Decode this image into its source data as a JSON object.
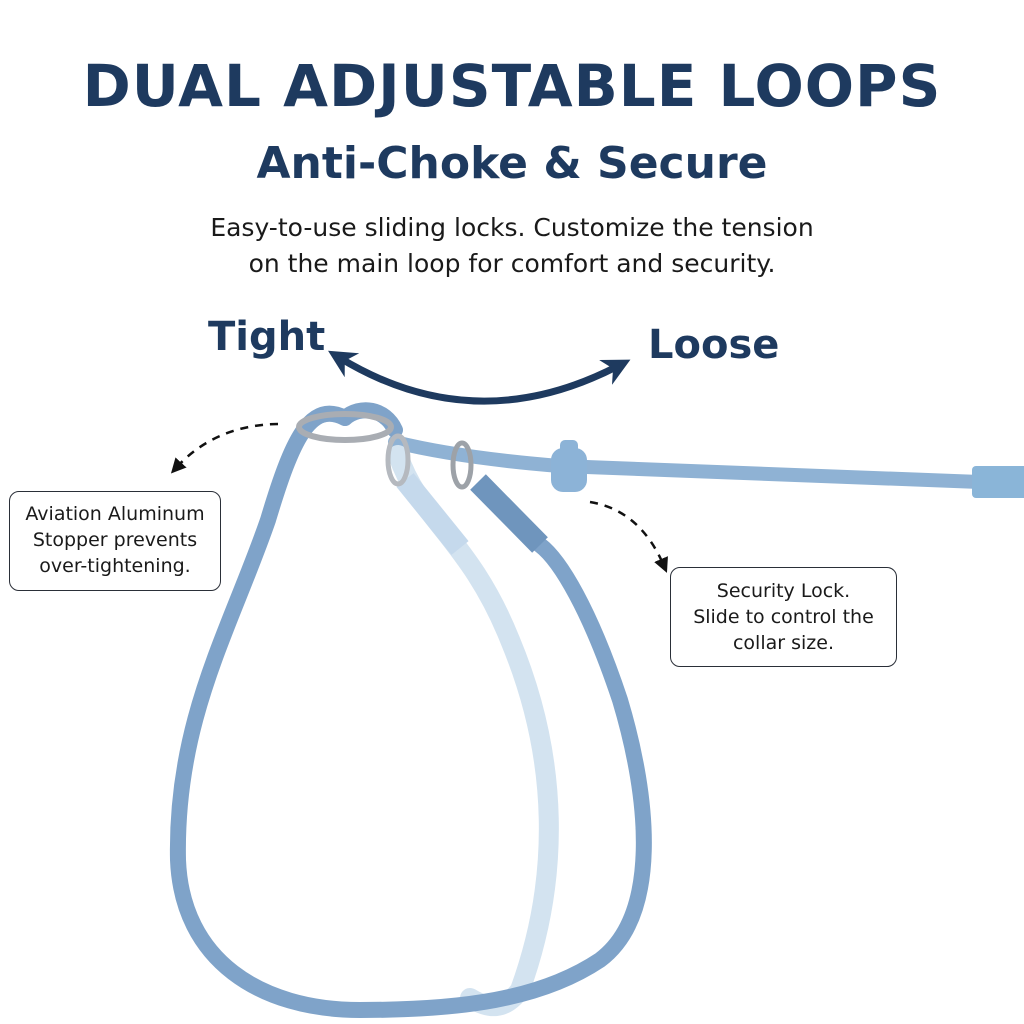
{
  "header": {
    "title": "DUAL ADJUSTABLE LOOPS",
    "subtitle": "Anti-Choke & Secure",
    "description_line1": "Easy-to-use sliding locks. Customize the tension",
    "description_line2": "on the main loop for comfort and security."
  },
  "adjustment": {
    "tight_label": "Tight",
    "loose_label": "Loose"
  },
  "callouts": {
    "stopper": {
      "line1": "Aviation Aluminum",
      "line2": "Stopper prevents",
      "line3": "over-tightening."
    },
    "lock": {
      "line1": "Security Lock.",
      "line2": "Slide to control the",
      "line3": "collar size."
    }
  },
  "colors": {
    "heading": "#1e3a5f",
    "body_text": "#1a1a1a",
    "rope_main": "#7fa3c9",
    "rope_light": "#cfe0ef",
    "ring_metal": "#a9adb3",
    "background": "#ffffff"
  },
  "icons": {
    "arrow": "double-headed-curved-arrow-icon",
    "callout_arrow": "dashed-curved-arrow-icon"
  }
}
